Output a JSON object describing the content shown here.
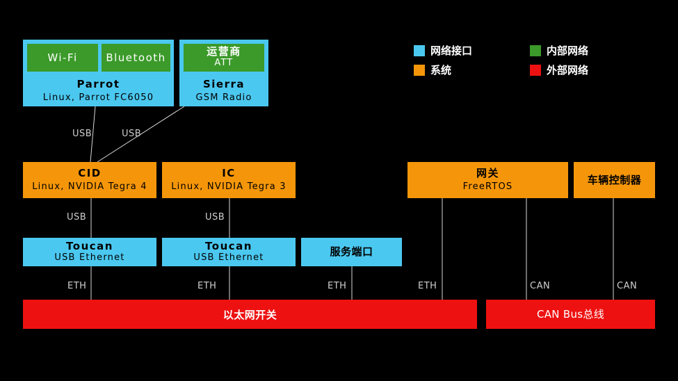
{
  "legend": {
    "network_interface": "网络接口",
    "internal_network": "内部网络",
    "system": "系统",
    "external_network": "外部网络"
  },
  "parrot": {
    "wifi": "Wi-Fi",
    "bluetooth": "Bluetooth",
    "title": "Parrot",
    "subtitle": "Linux, Parrot FC6050"
  },
  "sierra": {
    "carrier": "运营商",
    "carrier_sub": "ATT",
    "title": "Sierra",
    "subtitle": "GSM Radio"
  },
  "cid": {
    "title": "CID",
    "subtitle": "Linux, NVIDIA Tegra 4"
  },
  "ic": {
    "title": "IC",
    "subtitle": "Linux, NVIDIA Tegra 3"
  },
  "gateway": {
    "title": "网关",
    "subtitle": "FreeRTOS"
  },
  "vehicle_controller": {
    "title": "车辆控制器"
  },
  "toucan1": {
    "title": "Toucan",
    "subtitle": "USB Ethernet"
  },
  "toucan2": {
    "title": "Toucan",
    "subtitle": "USB Ethernet"
  },
  "service_port": {
    "title": "服务端口"
  },
  "ethernet_switch": {
    "title": "以太网开关"
  },
  "can_bus": {
    "title": "CAN Bus总线"
  },
  "links": {
    "usb_parrot": "USB",
    "usb_sierra": "USB",
    "usb_cid": "USB",
    "usb_ic": "USB",
    "eth1": "ETH",
    "eth2": "ETH",
    "eth3": "ETH",
    "eth4": "ETH",
    "can1": "CAN",
    "can2": "CAN"
  },
  "colors": {
    "network_interface": "#4bc8f0",
    "internal_network": "#3b9a2a",
    "system": "#f5960a",
    "external_network": "#ee1111"
  }
}
